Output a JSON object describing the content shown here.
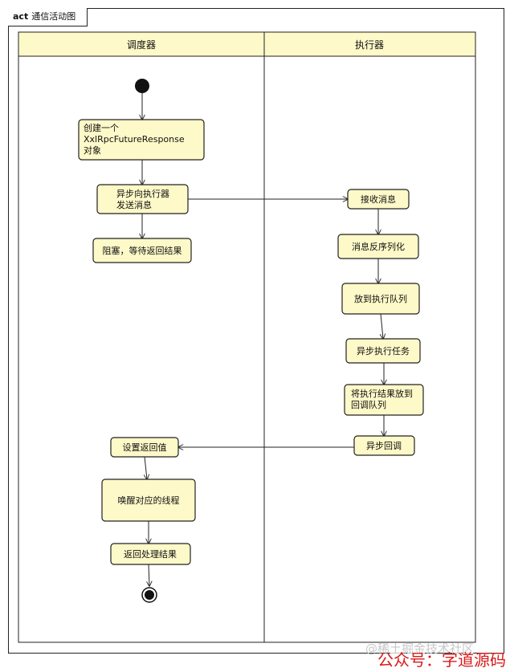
{
  "frame": {
    "keyword": "act",
    "title": "通信活动图"
  },
  "lanes": [
    {
      "id": "lane-scheduler",
      "title": "调度器"
    },
    {
      "id": "lane-executor",
      "title": "执行器"
    }
  ],
  "nodes": {
    "create": [
      "创建一个",
      "XxlRpcFutureResponse",
      "对象"
    ],
    "async_send": [
      "异步向执行器",
      "发送消息"
    ],
    "block_wait": [
      "阻塞，等待返回结果"
    ],
    "receive": [
      "接收消息"
    ],
    "deserialize": [
      "消息反序列化"
    ],
    "enqueue_exec": [
      "放到执行队列"
    ],
    "async_task": [
      "异步执行任务"
    ],
    "enqueue_result": [
      "将执行结果放到",
      "回调队列"
    ],
    "async_callback": [
      "异步回调"
    ],
    "set_return": [
      "设置返回值"
    ],
    "wake_thread": [
      "唤醒对应的线程"
    ],
    "return_result": [
      "返回处理结果"
    ]
  },
  "colors": {
    "node_fill": "#fdf9c8",
    "lane_header_fill": "#fdf9c8",
    "stroke": "#222222"
  },
  "watermark": {
    "line1": "@稀土掘金技术社区",
    "line2": "公众号：字道源码"
  }
}
